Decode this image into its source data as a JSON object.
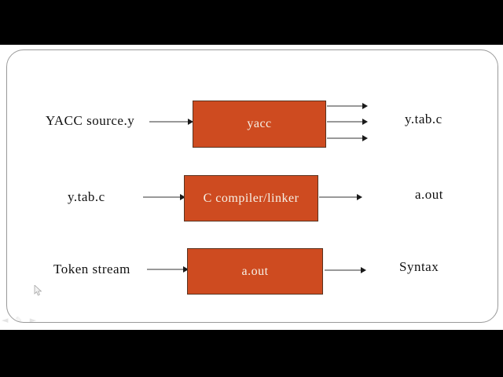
{
  "slide": {
    "rows": [
      {
        "input": "YACC source.y",
        "process": "yacc",
        "output": "y.tab.c"
      },
      {
        "input": "y.tab.c",
        "process": "C compiler/linker",
        "output": "a.out"
      },
      {
        "input": "Token stream",
        "process": "a.out",
        "output": "Syntax"
      }
    ],
    "colors": {
      "letterbox": "#000000",
      "surface": "#ffffff",
      "frame_border": "#999999",
      "box_fill": "#ce4b20",
      "box_border": "#59331f",
      "box_text": "#f6f1e7",
      "label_text": "#111111",
      "arrow_shaft": "#999999",
      "arrow_head": "#1a1a1a"
    }
  },
  "icons": {
    "cursor": "mouse-pointer-icon",
    "controls": [
      {
        "name": "previous-slide-icon",
        "glyph": "◄"
      },
      {
        "name": "pen-tool-icon",
        "glyph": "✎"
      },
      {
        "name": "next-slide-icon",
        "glyph": "►"
      }
    ]
  }
}
